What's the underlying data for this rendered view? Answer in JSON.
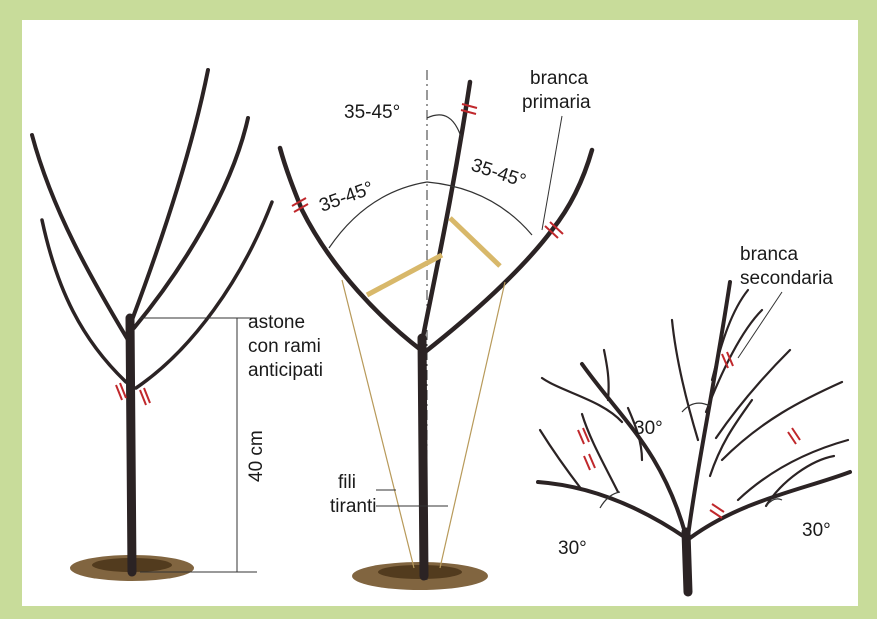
{
  "diagram": {
    "labels": {
      "astone_1": "astone",
      "astone_2": "con rami",
      "astone_3": "anticipati",
      "height": "40 cm",
      "angle_top": "35-45°",
      "angle_left": "35-45°",
      "angle_right": "35-45°",
      "branca_primaria_1": "branca",
      "branca_primaria_2": "primaria",
      "fili_1": "fili",
      "fili_2": "tiranti",
      "branca_secondaria_1": "branca",
      "branca_secondaria_2": "secondaria",
      "angle_30_top": "30°",
      "angle_30_left": "30°",
      "angle_30_right": "30°"
    },
    "colors": {
      "frame": "#c8dc9a",
      "background": "#ffffff",
      "wood": "#2b2324",
      "soil": "#6b4a1f",
      "brace": "#d8b86a",
      "cut_mark": "#c0282c"
    }
  }
}
